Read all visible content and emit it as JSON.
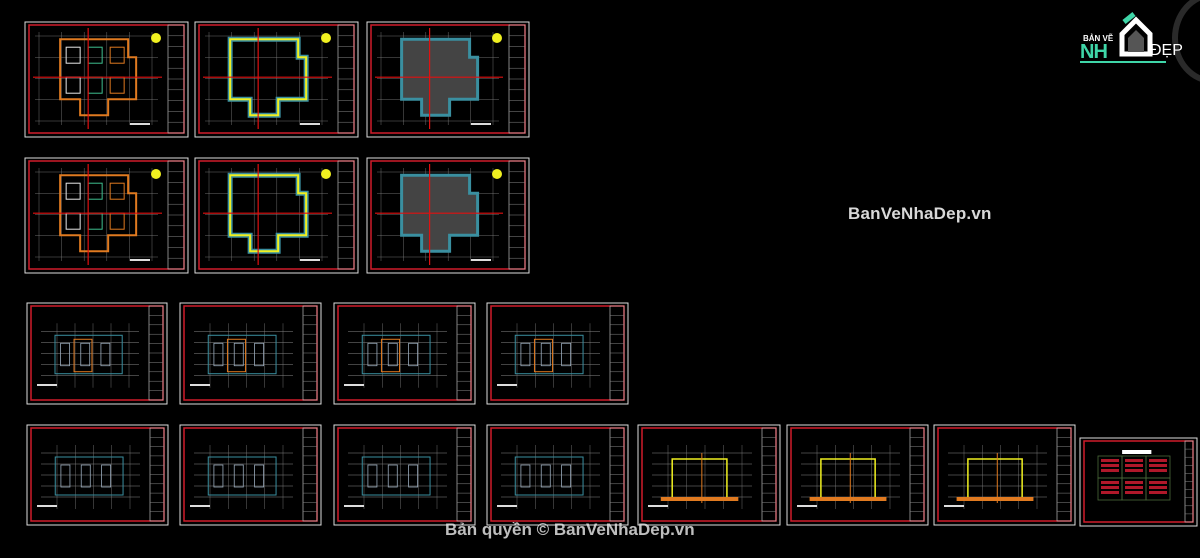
{
  "watermark": {
    "center": "BanVeNhaDep.vn",
    "bottom": "Bản quyền © BanVeNhaDep.vn"
  },
  "logo": {
    "top_text": "BẢN VẼ",
    "left_text": "NH",
    "right_text": "ĐẸP",
    "accent_color": "#3fd6a8"
  },
  "colors": {
    "background": "#000000",
    "sheet_border": "#d01c2a",
    "axis": "#e01010",
    "wall_yellow": "#f0f020",
    "wall_blue": "#3a8fa0",
    "furniture_orange": "#e07a20"
  },
  "sheets": [
    {
      "kind": "floor-plan-furnished"
    },
    {
      "kind": "floor-plan-structure"
    },
    {
      "kind": "roof-plan"
    },
    {
      "kind": "floor-plan-furnished"
    },
    {
      "kind": "floor-plan-structure"
    },
    {
      "kind": "roof-plan"
    },
    {
      "kind": "elevation"
    },
    {
      "kind": "elevation"
    },
    {
      "kind": "elevation"
    },
    {
      "kind": "elevation"
    },
    {
      "kind": "elevation-detail"
    },
    {
      "kind": "elevation-detail"
    },
    {
      "kind": "elevation-detail"
    },
    {
      "kind": "elevation-detail"
    },
    {
      "kind": "section"
    },
    {
      "kind": "section"
    },
    {
      "kind": "section"
    },
    {
      "kind": "notes-sheet"
    }
  ]
}
